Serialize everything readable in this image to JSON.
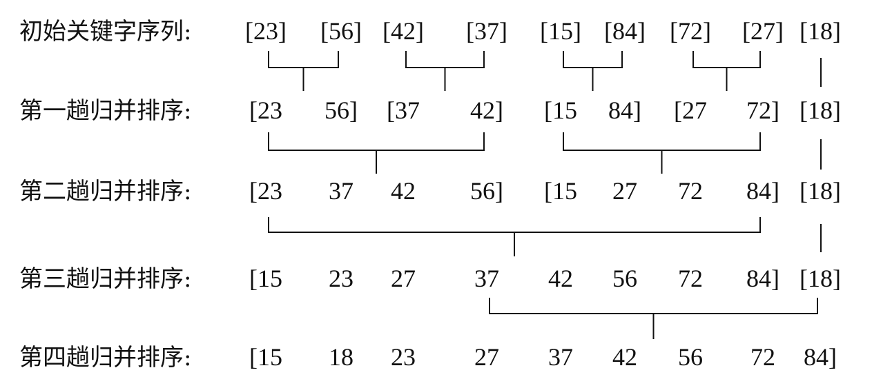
{
  "rows": [
    {
      "label": "初始关键字序列:",
      "cells": [
        "[23]",
        "[56]",
        "[42]",
        "[37]",
        "[15]",
        "[84]",
        "[72]",
        "[27]",
        "[18]"
      ]
    },
    {
      "label": "第一趟归并排序:",
      "cells": [
        "[23",
        "56]",
        "[37",
        "42]",
        "[15",
        "84]",
        "[27",
        "72]",
        "[18]"
      ]
    },
    {
      "label": "第二趟归并排序:",
      "cells": [
        "[23",
        "37",
        "42",
        "56]",
        "[15",
        "27",
        "72",
        "84]",
        "[18]"
      ]
    },
    {
      "label": "第三趟归并排序:",
      "cells": [
        "[15",
        "23",
        "27",
        "37",
        "42",
        "56",
        "72",
        "84]",
        "[18]"
      ]
    },
    {
      "label": "第四趟归并排序:",
      "cells": [
        "[15",
        "18",
        "23",
        "27",
        "37",
        "42",
        "56",
        "72",
        "84]"
      ]
    }
  ],
  "merges": [
    {
      "from_row": 0,
      "groups": [
        [
          0,
          1
        ],
        [
          2,
          3
        ],
        [
          4,
          5
        ],
        [
          6,
          7
        ],
        [
          8,
          8
        ]
      ]
    },
    {
      "from_row": 1,
      "groups": [
        [
          0,
          3
        ],
        [
          4,
          7
        ],
        [
          8,
          8
        ]
      ]
    },
    {
      "from_row": 2,
      "groups": [
        [
          0,
          7
        ],
        [
          8,
          8
        ]
      ]
    },
    {
      "from_row": 3,
      "groups": [
        [
          3,
          8
        ]
      ]
    }
  ]
}
